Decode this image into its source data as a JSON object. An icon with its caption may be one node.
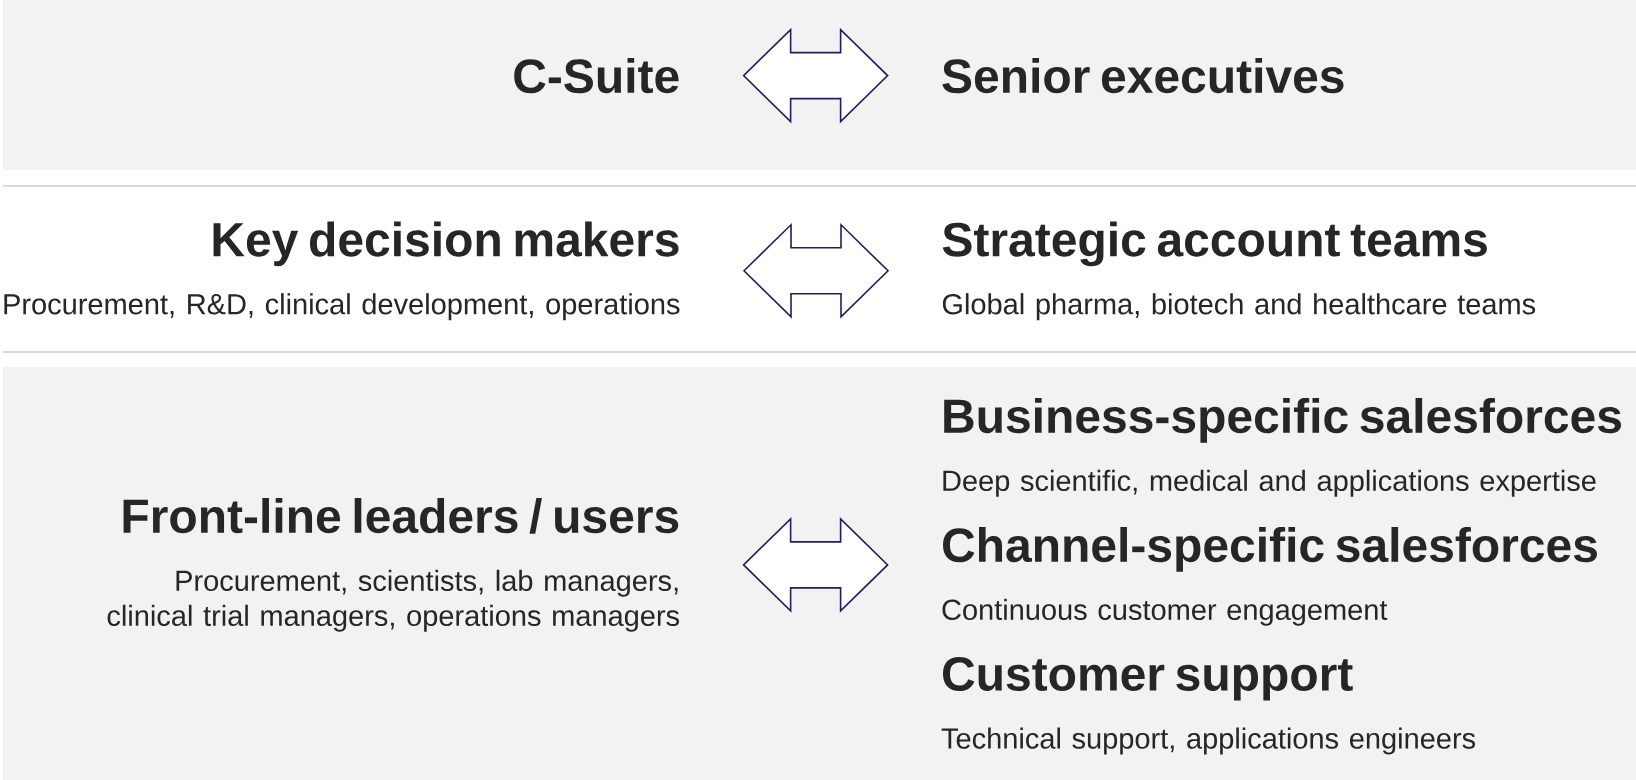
{
  "diagram": {
    "nodes": [
      {
        "text": [],
        "shape": "box"
      },
      {
        "text": [
          "C-Suite"
        ],
        "in": 0
      },
      {
        "text": [
          "Senior executives"
        ],
        "in": 0
      },
      {
        "text": [
          "Key decision makers",
          "Procurement, R&D, clinical development, operations"
        ]
      },
      {
        "text": [
          "Strategic account teams",
          "Global pharma, biotech and healthcare teams"
        ]
      },
      {
        "text": [],
        "shape": "box"
      },
      {
        "text": [
          "Front-line leaders / users",
          "Procurement, scientists, lab managers, clinical trial managers, operations managers"
        ],
        "in": 5
      },
      {
        "text": [
          "Business-specific salesforces",
          "Deep scientific, medical and applications expertise"
        ],
        "in": 5
      },
      {
        "text": [
          "Channel-specific salesforces",
          "Continuous customer engagement"
        ],
        "in": 5
      },
      {
        "text": [
          "Customer support",
          "Technical support, applications engineers"
        ],
        "in": 5
      }
    ],
    "edges": [
      {
        "from": 1,
        "to": 2,
        "arrow": "both"
      },
      {
        "from": 3,
        "to": 4,
        "arrow": "both"
      },
      {
        "from": 6,
        "to": 7,
        "arrow": "both"
      },
      {
        "from": 6,
        "to": 8,
        "arrow": "both"
      },
      {
        "from": 6,
        "to": 9,
        "arrow": "both"
      }
    ]
  }
}
